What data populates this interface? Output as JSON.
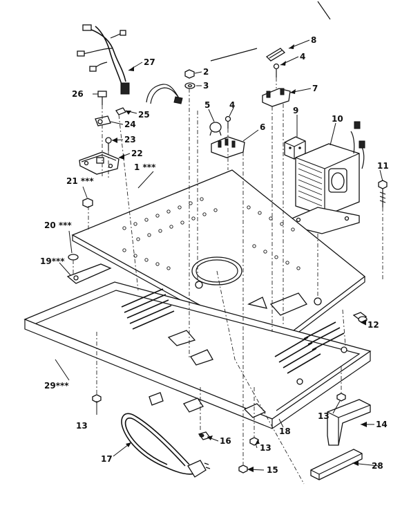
{
  "callouts": [
    {
      "id": "1",
      "text": "1 ***"
    },
    {
      "id": "2",
      "text": "2"
    },
    {
      "id": "3",
      "text": "3"
    },
    {
      "id": "4a",
      "text": "4"
    },
    {
      "id": "4b",
      "text": "4"
    },
    {
      "id": "5",
      "text": "5"
    },
    {
      "id": "6",
      "text": "6"
    },
    {
      "id": "7",
      "text": "7"
    },
    {
      "id": "8",
      "text": "8"
    },
    {
      "id": "9",
      "text": "9"
    },
    {
      "id": "10",
      "text": "10"
    },
    {
      "id": "11",
      "text": "11"
    },
    {
      "id": "12",
      "text": "12"
    },
    {
      "id": "13a",
      "text": "13"
    },
    {
      "id": "13b",
      "text": "13"
    },
    {
      "id": "13c",
      "text": "13"
    },
    {
      "id": "13d",
      "text": "13"
    },
    {
      "id": "14",
      "text": "14"
    },
    {
      "id": "15",
      "text": "15"
    },
    {
      "id": "16",
      "text": "16"
    },
    {
      "id": "17",
      "text": "17"
    },
    {
      "id": "18",
      "text": "18"
    },
    {
      "id": "19",
      "text": "19***"
    },
    {
      "id": "20",
      "text": "20 ***"
    },
    {
      "id": "21",
      "text": "21 ***"
    },
    {
      "id": "22",
      "text": "22"
    },
    {
      "id": "23",
      "text": "23"
    },
    {
      "id": "24",
      "text": "24"
    },
    {
      "id": "25",
      "text": "25"
    },
    {
      "id": "26",
      "text": "26"
    },
    {
      "id": "27",
      "text": "27"
    },
    {
      "id": "28",
      "text": "28"
    },
    {
      "id": "29",
      "text": "29***"
    }
  ]
}
